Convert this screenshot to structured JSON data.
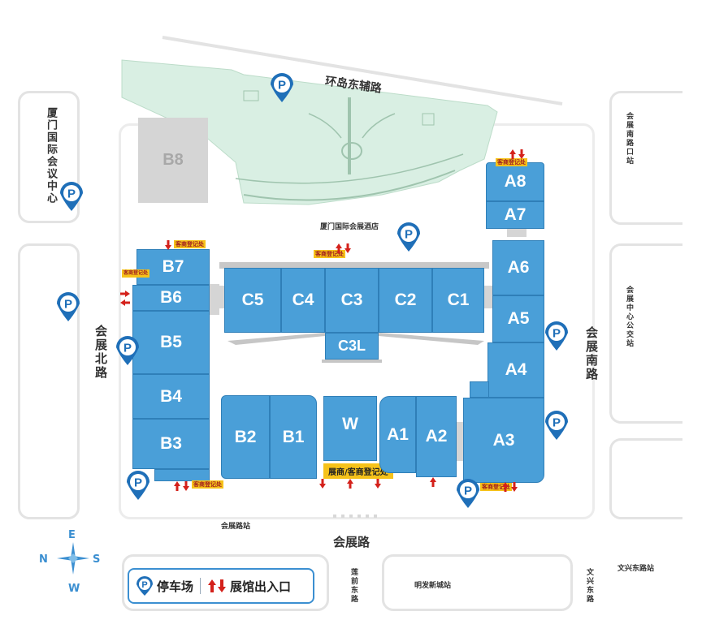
{
  "map": {
    "roads": {
      "north": "环岛东辅路",
      "south": "会展路",
      "west": "会展北路",
      "east": "会展南路",
      "lianqian": "莲前东路"
    },
    "stations": {
      "huizhan_road": "会展路站",
      "mingfa": "明发新城站",
      "wenxing": "文兴东路",
      "wenxing_station": "文兴东路站",
      "south_road_exit": "会展南路口站",
      "center_bus": "会展中心公交站"
    },
    "places": {
      "conference_center": "厦门国际会议中心",
      "hotel": "厦门国际会展酒店"
    },
    "halls": {
      "B8": "B8",
      "B7": "B7",
      "B6": "B6",
      "B5": "B5",
      "B4": "B4",
      "B3": "B3",
      "B2": "B2",
      "B1": "B1",
      "W": "W",
      "A1": "A1",
      "A2": "A2",
      "A3": "A3",
      "A4": "A4",
      "A5": "A5",
      "A6": "A6",
      "A7": "A7",
      "A8": "A8",
      "C1": "C1",
      "C2": "C2",
      "C3": "C3",
      "C4": "C4",
      "C5": "C5",
      "C3L": "C3L"
    },
    "registration": {
      "main": "展商/客商登记处",
      "small": "客商登记处"
    },
    "compass": {
      "N": "N",
      "S": "S",
      "E": "E",
      "W": "W"
    },
    "legend": {
      "parking": "停车场",
      "entrance": "展馆出入口"
    },
    "parking_symbol": "P",
    "colors": {
      "hall": "#4a9fd8",
      "park": "#d9efe3",
      "parking_pin": "#1f6fb8",
      "entrance_arrow": "#d4211b",
      "registration": "#f6c21a"
    }
  }
}
